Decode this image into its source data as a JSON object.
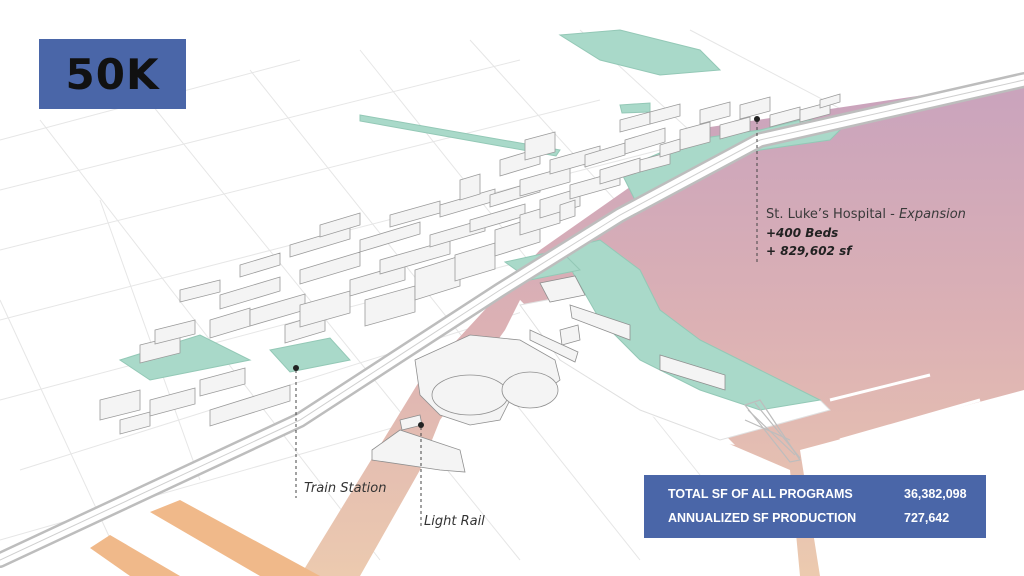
{
  "title": "50K",
  "hospital": {
    "name": "St. Luke’s Hospital - ",
    "expansion": "Expansion",
    "beds": "+400 Beds",
    "sf": "+ 829,602 sf"
  },
  "labels": {
    "train_station": "Train Station",
    "light_rail": "Light Rail"
  },
  "stats": [
    {
      "label": "TOTAL SF OF ALL PROGRAMS",
      "value": "36,382,098"
    },
    {
      "label": "ANNUALIZED SF PRODUCTION",
      "value": "727,642"
    }
  ],
  "colors": {
    "title_box": "#4a66a8",
    "green_space": "#a9d9c9",
    "water_top": "#c7a3b8",
    "water_bottom": "#e9c7ae",
    "building": "#f2f2f2"
  }
}
